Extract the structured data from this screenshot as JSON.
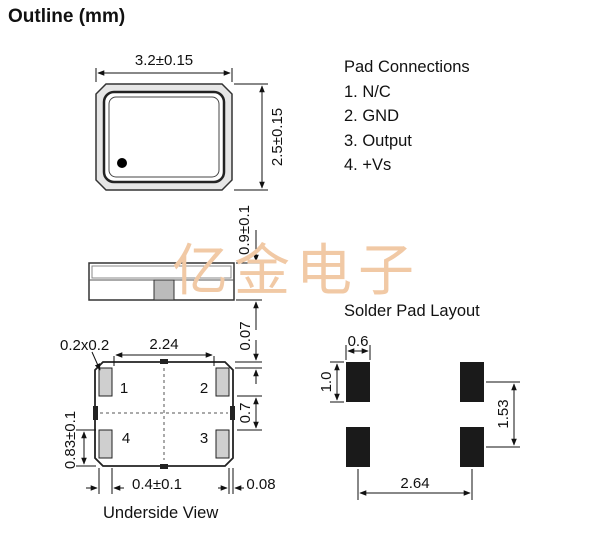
{
  "title": "Outline (mm)",
  "pad_connections": {
    "heading": "Pad Connections",
    "items": [
      "1. N/C",
      "2. GND",
      "3. Output",
      "4. +Vs"
    ]
  },
  "top_view": {
    "width_dim": "3.2±0.15",
    "height_dim": "2.5±0.15"
  },
  "side_view": {
    "height_dim": "0.9±0.1"
  },
  "underside_view": {
    "caption": "Underside View",
    "corner_dim": "0.2x0.2",
    "span_dim": "2.24",
    "right_top_dim": "0.07",
    "right_mid_dim": "0.7",
    "left_dim": "0.83±0.1",
    "bottom_dim": "0.4±0.1",
    "bottom_right_dim": "0.08",
    "pins": [
      "1",
      "2",
      "3",
      "4"
    ]
  },
  "solder_pad": {
    "heading": "Solder Pad Layout",
    "pad_width_dim": "0.6",
    "pad_height_dim": "1.0",
    "pitch_v_dim": "1.53",
    "pitch_h_dim": "2.64"
  },
  "watermark": "亿金电子",
  "colors": {
    "ink": "#111111",
    "pad_fill": "#1a1a1a",
    "body_fill": "#e6e6e6",
    "watermark": "#f1c9a5"
  }
}
